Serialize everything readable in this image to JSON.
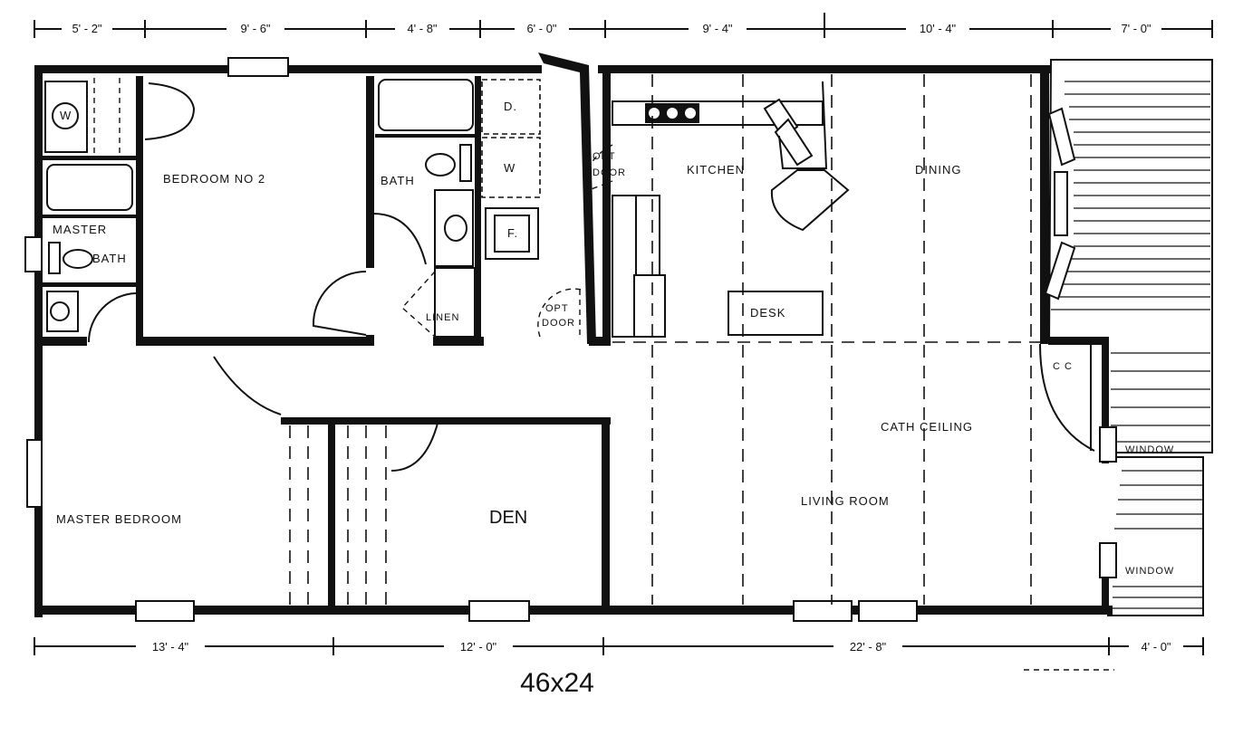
{
  "caption": "46x24",
  "dimensions": {
    "top": [
      "5' - 2\"",
      "9' - 6\"",
      "4' - 8\"",
      "6' - 0\"",
      "9' - 4\"",
      "10' - 4\"",
      "7' - 0\""
    ],
    "bottom": [
      "13' - 4\"",
      "12' - 0\"",
      "22' - 8\"",
      "4' - 0\""
    ]
  },
  "rooms": {
    "bedroom_no2": "BEDROOM NO 2",
    "master_bath_1": "MASTER",
    "master_bath_2": "BATH",
    "bath": "BATH",
    "kitchen": "KITCHEN",
    "dining": "DINING",
    "master_bedroom": "MASTER BEDROOM",
    "den": "DEN",
    "living_room": "LIVING ROOM",
    "cath_ceiling": "CATH CEILING"
  },
  "fixtures": {
    "washer_master": "W",
    "dryer": "D.",
    "washer": "W",
    "furnace": "F.",
    "linen": "LINEN",
    "desk": "DESK",
    "coat_closet": "C C",
    "opt_door_1a": "OPT",
    "opt_door_1b": "DOOR",
    "opt_door_2a": "OPT",
    "opt_door_2b": "DOOR",
    "window_1": "WINDOW",
    "window_2": "WINDOW"
  }
}
